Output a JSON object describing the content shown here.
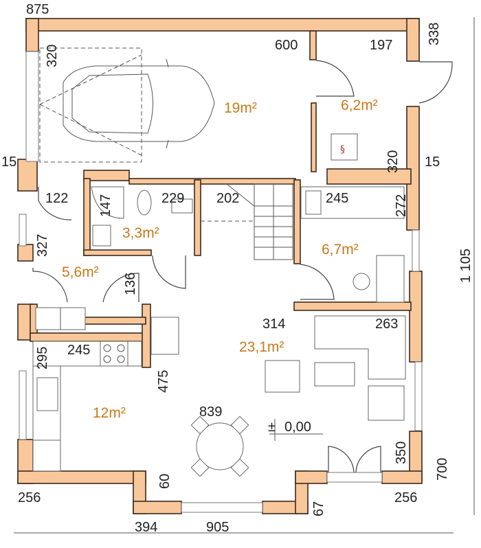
{
  "dimensions": {
    "top_width": "875",
    "garage_depth": "320",
    "garage_inner": "600",
    "boiler_width": "197",
    "right_top": "338",
    "left_15": "15",
    "boiler_320": "320",
    "right_15": "15",
    "hall_122": "122",
    "bath_147": "147",
    "bath_229": "229",
    "stairs_202": "202",
    "room_245_top": "245",
    "room_272": "272",
    "left_327": "327",
    "hall_136": "136",
    "living_314": "314",
    "living_263": "263",
    "kitchen_295": "295",
    "kitchen_245": "245",
    "kitchen_475": "475",
    "total_1105": "1 105",
    "dining_839": "839",
    "right_350": "350",
    "right_700": "700",
    "bottom_256_left": "256",
    "bottom_60": "60",
    "bottom_67": "67",
    "bottom_256_right": "256",
    "bottom_394": "394",
    "bottom_905": "905"
  },
  "areas": {
    "garage": "19m²",
    "boiler": "6,2m²",
    "bathroom": "3,3m²",
    "hall": "5,6m²",
    "room": "6,7m²",
    "living": "23,1m²",
    "kitchen": "12m²"
  },
  "level": "0,00",
  "level_sign": "±",
  "colors": {
    "wall": "#f8c79a",
    "area_text": "#c8791a",
    "outline": "#3a2a20"
  }
}
